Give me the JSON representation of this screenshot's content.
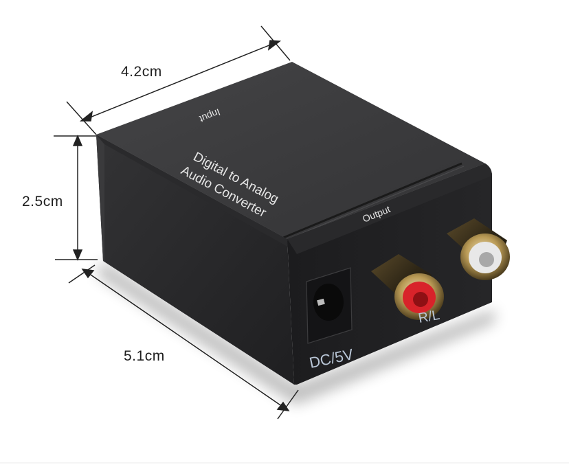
{
  "product": {
    "name_line1": "Digital  to Analog",
    "name_line2": "Audio Converter",
    "top_label": "Input",
    "output_label": "Output",
    "power_label": "DC/5V",
    "channel_label": "R/L"
  },
  "dimensions": {
    "width": "4.2cm",
    "height": "2.5cm",
    "length": "5.1cm"
  },
  "colors": {
    "background": "#ffffff",
    "body_top": "#3a3a3c",
    "body_side": "#2b2b2d",
    "body_front": "#1f1f21",
    "rca_red": "#d8232a",
    "rca_white": "#e8e8e8",
    "gold": "#b99a55",
    "dimension_line": "#222222"
  }
}
